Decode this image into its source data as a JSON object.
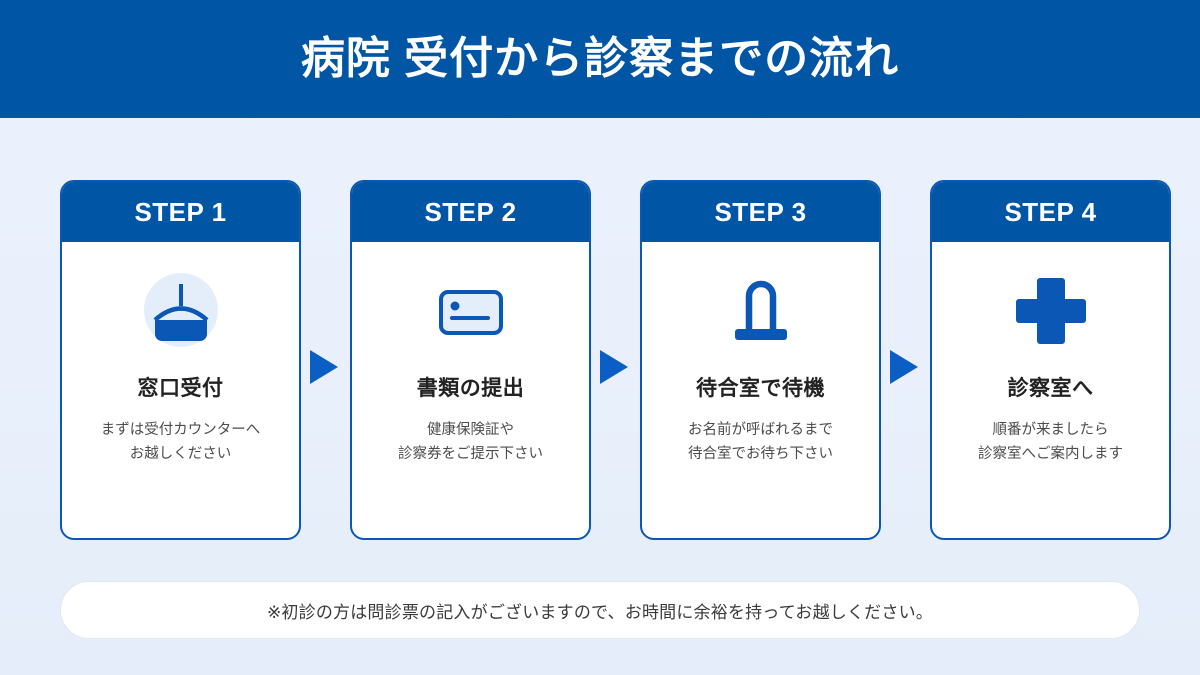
{
  "header": {
    "title": "病院 受付から診察までの流れ",
    "bar_color": "#0055a5",
    "text_color": "#ffffff"
  },
  "theme": {
    "background": "#e9f0fb",
    "primary_blue": "#0055a5",
    "border_blue": "#0b57b5",
    "arrow_blue": "#0b5fc4",
    "icon_bg": "#e4eefb"
  },
  "steps": [
    {
      "badge": "STEP 1",
      "icon": "reception-bell-icon",
      "title": "窓口受付",
      "description": "まずは受付カウンターへ\nお越しください"
    },
    {
      "badge": "STEP 2",
      "icon": "insurance-card-icon",
      "title": "書類の提出",
      "description": "健康保険証や\n診察券をご提示下さい"
    },
    {
      "badge": "STEP 3",
      "icon": "waiting-chair-icon",
      "title": "待合室で待機",
      "description": "お名前が呼ばれるまで\n待合室でお待ち下さい"
    },
    {
      "badge": "STEP 4",
      "icon": "medical-cross-icon",
      "title": "診察室へ",
      "description": "順番が来ましたら\n診察室へご案内します"
    }
  ],
  "connectors": [
    {
      "name": "arrow-step1-step2"
    },
    {
      "name": "arrow-step2-step3"
    },
    {
      "name": "arrow-step3-step4"
    }
  ],
  "footer": {
    "note": "※初診の方は問診票の記入がございますので、お時間に余裕を持ってお越しください。"
  }
}
